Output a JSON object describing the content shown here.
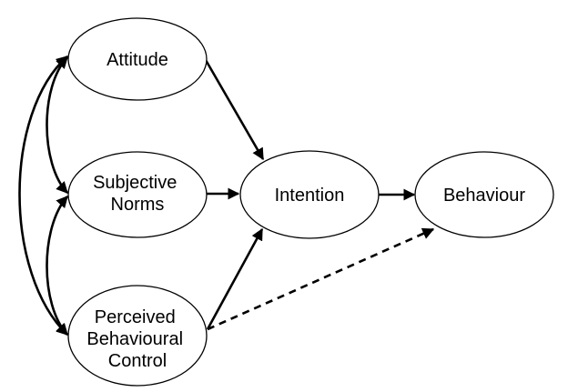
{
  "nodes": {
    "attitude": {
      "label": "Attitude"
    },
    "subjective_norms": {
      "lines": [
        "Subjective",
        "Norms"
      ]
    },
    "intention": {
      "label": "Intention"
    },
    "behaviour": {
      "label": "Behaviour"
    },
    "pbc": {
      "lines": [
        "Perceived",
        "Behavioural",
        "Control"
      ]
    }
  },
  "colors": {
    "stroke": "#000000",
    "fill": "#ffffff",
    "background": "#ffffff"
  }
}
